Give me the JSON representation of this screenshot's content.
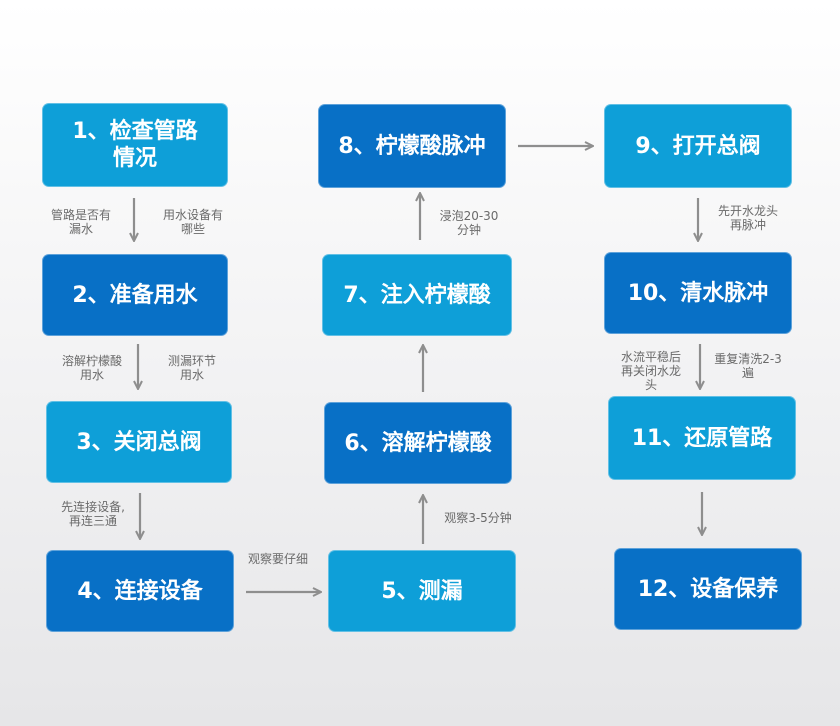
{
  "steps": [
    {
      "label": "1、检查管路\n情况"
    },
    {
      "label": "2、准备用水"
    },
    {
      "label": "3、关闭总阀"
    },
    {
      "label": "4、连接设备"
    },
    {
      "label": "5、测漏"
    },
    {
      "label": "6、溶解柠檬酸"
    },
    {
      "label": "7、注入柠檬酸"
    },
    {
      "label": "8、柠檬酸脉冲"
    },
    {
      "label": "9、打开总阀"
    },
    {
      "label": "10、清水脉冲"
    },
    {
      "label": "11、还原管路"
    },
    {
      "label": "12、设备保养"
    }
  ],
  "notes": {
    "n1_left": "管路是否有\n漏水",
    "n1_right": "用水设备有\n哪些",
    "n2_left": "溶解柠檬酸\n用水",
    "n2_right": "测漏环节\n用水",
    "n3": "先连接设备,\n再连三通",
    "n4": "观察要仔细",
    "n5": "观察3-5分钟",
    "n7": "浸泡20-30\n分钟",
    "n9": "先开水龙头\n再脉冲",
    "n10_left": "水流平稳后\n再关闭水龙\n头",
    "n10_right": "重复清洗2-3\n遍"
  },
  "colors": {
    "light_box": "#0e9fd8",
    "dark_box": "#0870c6",
    "arrow": "#8e8e8e",
    "note_text": "#6a6a6a"
  }
}
